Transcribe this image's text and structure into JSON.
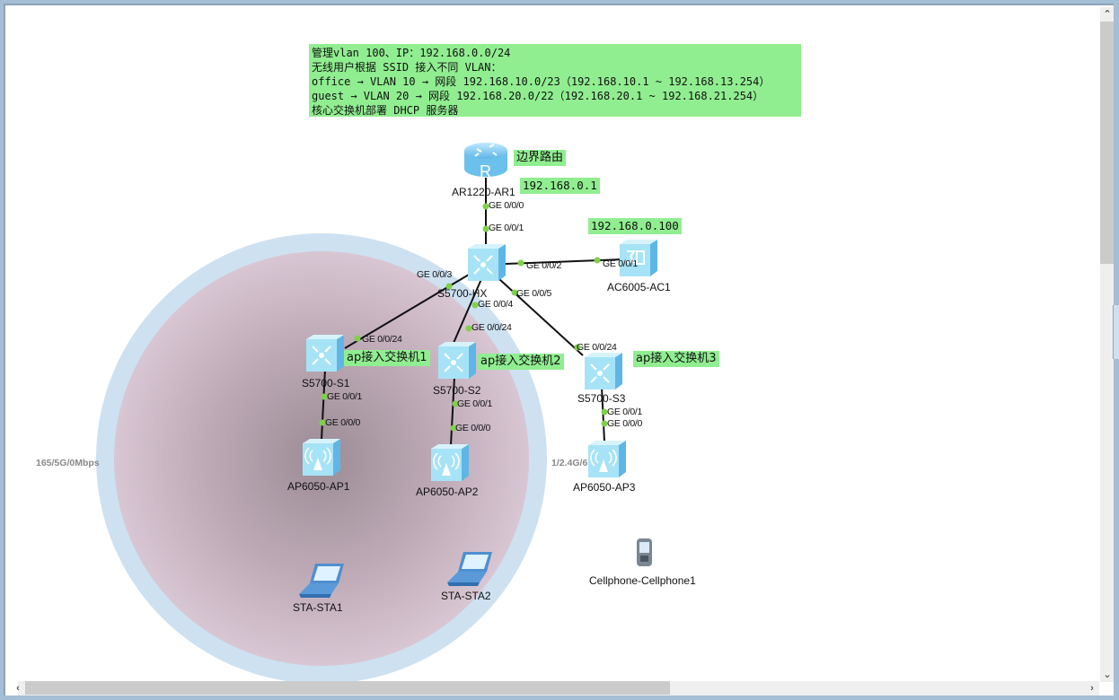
{
  "note": {
    "lines": [
      "管理vlan 100、IP：192.168.0.0/24",
      "无线用户根据 SSID 接入不同 VLAN：",
      "office → VLAN 10 → 网段 192.168.10.0/23（192.168.10.1 ~ 192.168.13.254）",
      "guest → VLAN 20 → 网段 192.168.20.0/22（192.168.20.1 ~ 192.168.21.254）",
      "核心交换机部署 DHCP 服务器"
    ]
  },
  "devices": {
    "router": {
      "name": "AR1220-AR1",
      "label": "边界路由",
      "ip": "192.168.0.1",
      "icon": "router-icon"
    },
    "core": {
      "name": "S5700-HX",
      "icon": "switch-icon"
    },
    "ac": {
      "name": "AC6005-AC1",
      "ip": "192.168.0.100",
      "icon": "ac-controller-icon"
    },
    "s1": {
      "name": "S5700-S1",
      "label": "ap接入交换机1",
      "icon": "switch-icon"
    },
    "s2": {
      "name": "S5700-S2",
      "label": "ap接入交换机2",
      "icon": "switch-icon"
    },
    "s3": {
      "name": "S5700-S3",
      "label": "ap接入交换机3",
      "icon": "switch-icon"
    },
    "ap1": {
      "name": "AP6050-AP1",
      "icon": "access-point-icon"
    },
    "ap2": {
      "name": "AP6050-AP2",
      "icon": "access-point-icon"
    },
    "ap3": {
      "name": "AP6050-AP3",
      "icon": "access-point-icon"
    },
    "sta1": {
      "name": "STA-STA1",
      "icon": "laptop-icon"
    },
    "sta2": {
      "name": "STA-STA2",
      "icon": "laptop-icon"
    },
    "phone": {
      "name": "Cellphone-Cellphone1",
      "icon": "cellphone-icon"
    }
  },
  "ports": {
    "r_down": "GE 0/0/0",
    "core_up": "GE 0/0/1",
    "core_ac": "GE 0/0/2",
    "ac_core": "GE 0/0/1",
    "core_s1": "GE 0/0/3",
    "core_s2": "GE 0/0/4",
    "core_s3": "GE 0/0/5",
    "s1_up": "GE 0/0/24",
    "s2_up": "GE 0/0/24",
    "s3_up": "GE 0/0/24",
    "s1_down": "GE 0/0/1",
    "ap1_up": "GE 0/0/0",
    "s2_down": "GE 0/0/1",
    "ap2_up": "GE 0/0/0",
    "s3_down": "GE 0/0/1",
    "ap3_up": "GE 0/0/0"
  },
  "coverage": {
    "ap1_rate": "165/5G/0Mbps",
    "ap3_rate": "1/2.4G/6"
  },
  "colors": {
    "label_bg": "#90ee90",
    "port_dot": "#7fd14a",
    "coverage_outer": "#cde1f1",
    "coverage_inner": "#a99aa3"
  }
}
